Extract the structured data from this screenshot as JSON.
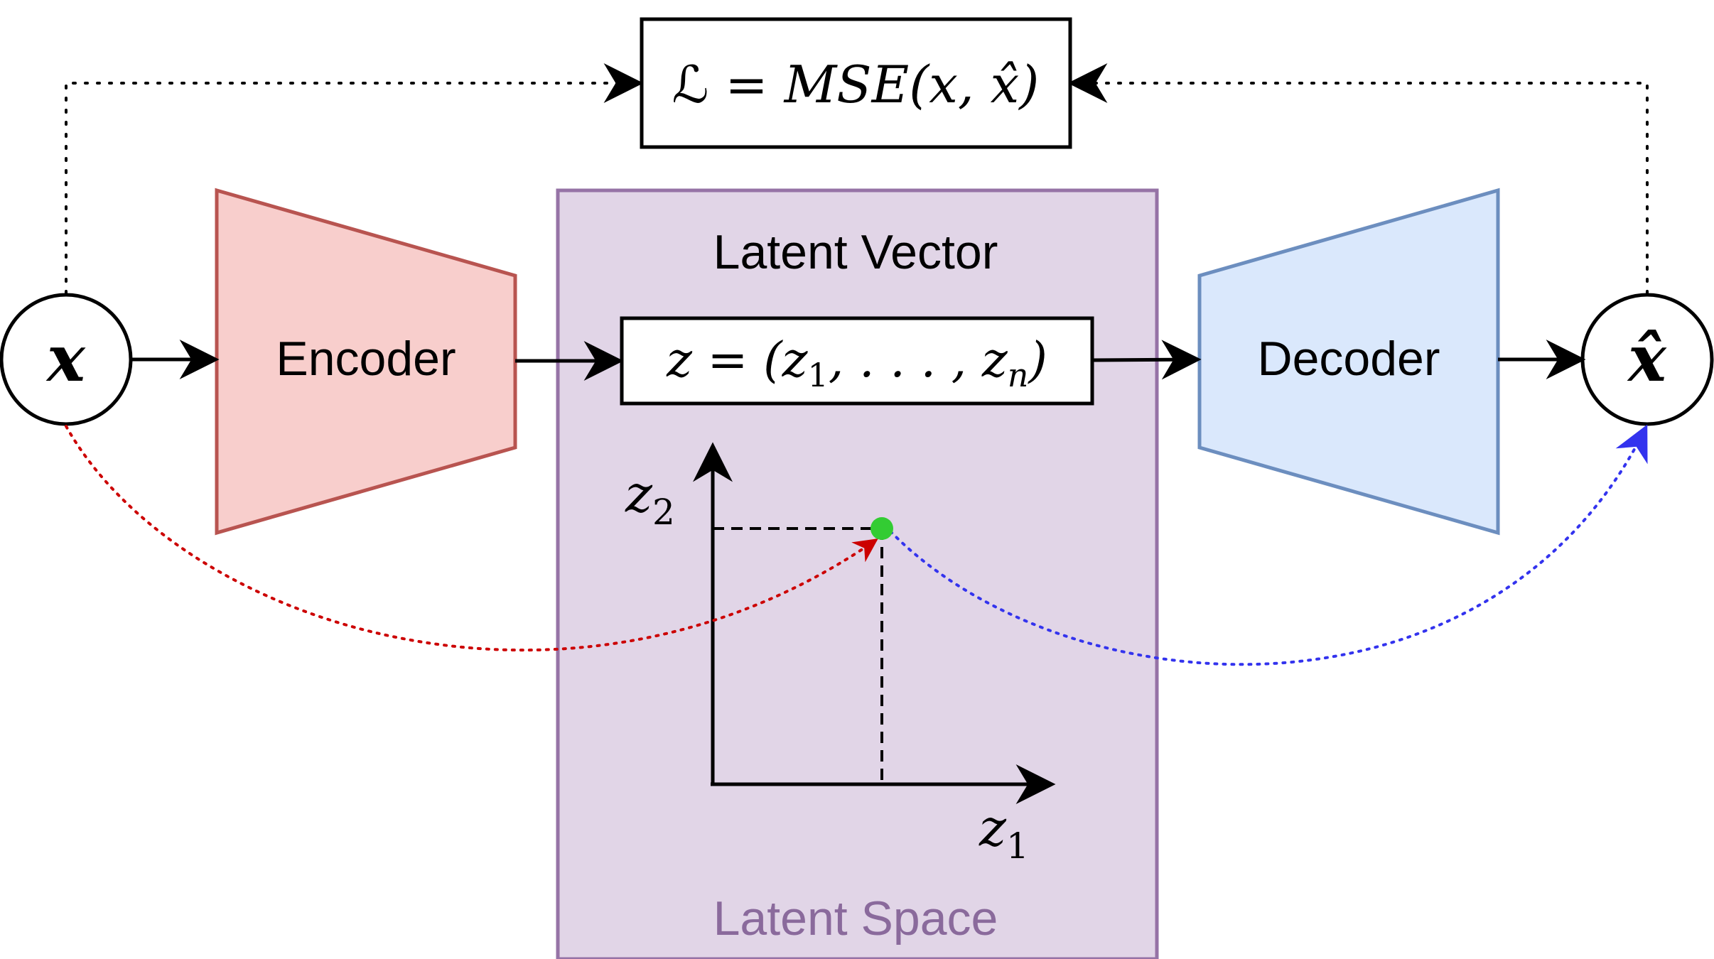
{
  "loss": {
    "prefix": "ℒ",
    "formula": " = MSE(x, x̂)"
  },
  "input_node": {
    "symbol": "x"
  },
  "output_node": {
    "symbol": "x̂"
  },
  "encoder": {
    "label": "Encoder"
  },
  "decoder": {
    "label": "Decoder"
  },
  "latent_space": {
    "label": "Latent Space"
  },
  "latent_vector": {
    "title": "Latent Vector",
    "eq_lhs": "z = (z",
    "sub1": "1",
    "eq_mid": ", . . . , z",
    "subn": "n",
    "eq_rhs": ")"
  },
  "latent_plot": {
    "y_axis_var": "z",
    "y_axis_sub": "2",
    "x_axis_var": "z",
    "x_axis_sub": "1"
  },
  "colors": {
    "encoder_fill": "#f8cecc",
    "encoder_stroke": "#b85450",
    "decoder_fill": "#dae8fc",
    "decoder_stroke": "#6c8ebf",
    "latent_fill": "#e1d5e7",
    "latent_stroke": "#9673a6",
    "latent_label": "#8a6a9c",
    "point": "#33cc33",
    "encode_path": "#cc0000",
    "decode_path": "#3333ee"
  }
}
